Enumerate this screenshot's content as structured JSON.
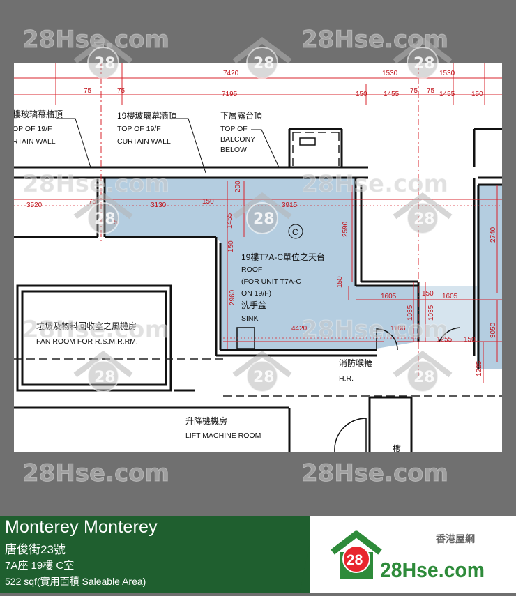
{
  "watermark": {
    "text": "28Hse.com",
    "badge": "28"
  },
  "plan": {
    "labels": {
      "curtain_left_cn": "樓玻璃幕牆頂",
      "curtain_left_en1": "OP OF 19/F",
      "curtain_left_en2": "RTAIN WALL",
      "curtain_cn": "19樓玻璃幕牆頂",
      "curtain_en1": "TOP OF 19/F",
      "curtain_en2": "CURTAIN WALL",
      "balcony_cn": "下層露台頂",
      "balcony_en1": "TOP OF",
      "balcony_en2": "BALCONY",
      "balcony_en3": "BELOW",
      "roof_cn": "19樓T7A-C單位之天台",
      "roof_en1": "ROOF",
      "roof_en2": "(FOR UNIT T7A-C",
      "roof_en3": "ON 19/F)",
      "sink_cn": "洗手盆",
      "sink_en": "SINK",
      "fan_cn": "垃圾及物料回收室之風機房",
      "fan_en": "FAN ROOM FOR     R.S.M.R.RM.",
      "hr_cn": "消防喉轆",
      "hr_en": "H.R.",
      "lift_cn": "升降機機房",
      "lift_en": "LIFT MACHINE ROOM",
      "unit_mark": "C",
      "partial_cn": "樓"
    },
    "dims": {
      "d7420": "7420",
      "d1530a": "1530",
      "d1530b": "1530",
      "d75a": "75",
      "d75b": "75",
      "d7195": "7195",
      "d150a": "150",
      "d1455a": "1455",
      "d75c": "75",
      "d75d": "75",
      "d1455b": "1455",
      "d150b": "150",
      "d3520": "3520",
      "d75e": "75",
      "d3130": "3130",
      "d150c": "150",
      "d3915": "3915",
      "d200": "200",
      "d1455c": "1455",
      "d75f": "75",
      "d2590": "2590",
      "d2740": "2740",
      "d150d": "150",
      "d2960": "2960",
      "d150e": "150",
      "d1605a": "1605",
      "d150f": "150",
      "d1605b": "1605",
      "d1035a": "1035",
      "d1035b": "1035",
      "d4420": "4420",
      "d1100": "1100",
      "d1255": "1255",
      "d150g": "150",
      "d3050": "3050",
      "d1225": "1225"
    }
  },
  "footer": {
    "title": "Monterey Monterey",
    "address": "唐俊街23號",
    "unit": "7A座 19樓 C室",
    "area": "522 sqf(實用面積 Saleable Area)",
    "logo_cn": "香港屋網",
    "logo_badge": "28",
    "logo_text": "28Hse.com"
  },
  "colors": {
    "footer_green": "#1f5f2f",
    "roof_blue": "#b4cde0",
    "dim_red": "#d8242c",
    "logo_red": "#e8262d",
    "logo_green": "#2e8b3a"
  }
}
